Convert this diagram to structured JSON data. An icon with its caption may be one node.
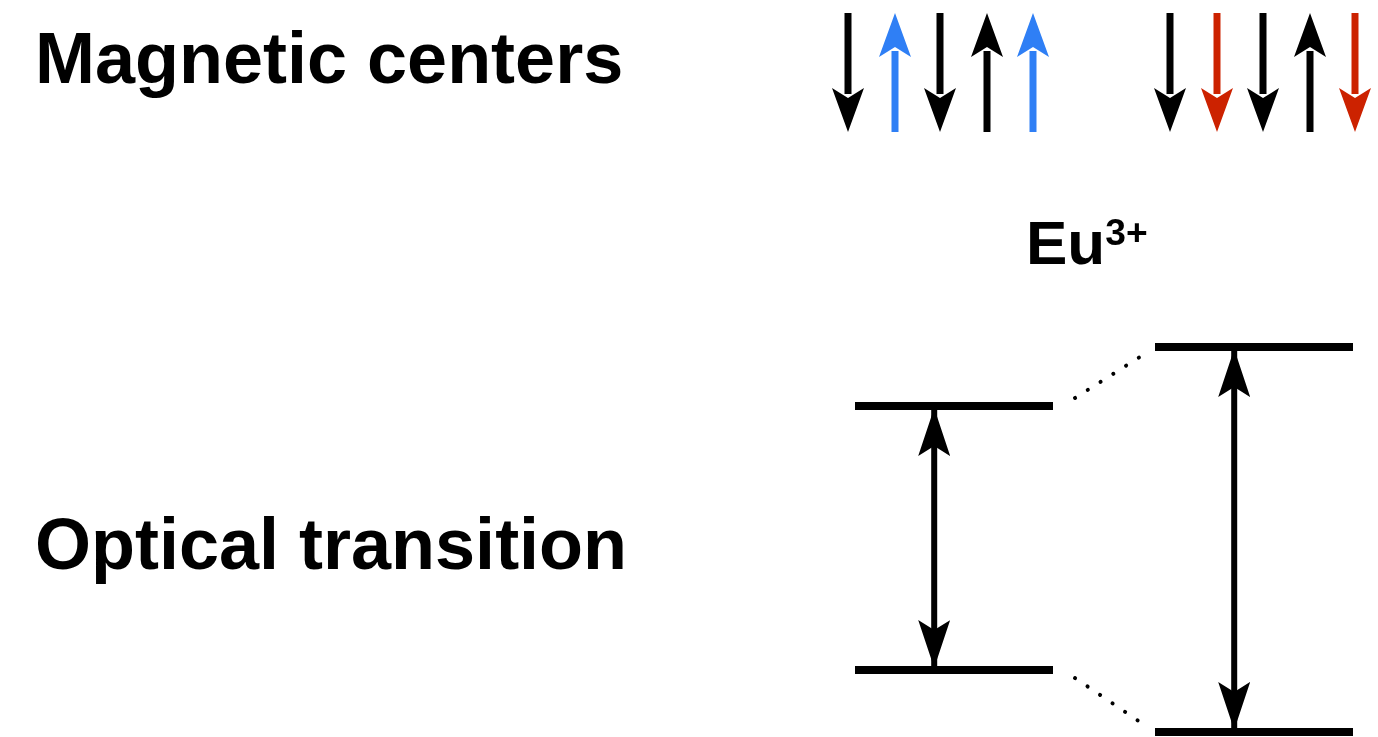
{
  "diagram": {
    "nodes": [
      {
        "text": [],
        "shape": "bar"
      },
      {
        "text": [],
        "shape": "bar"
      },
      {
        "text": [],
        "shape": "bar"
      },
      {
        "text": [],
        "shape": "bar"
      }
    ],
    "edges": [
      {
        "from": 1,
        "to": 2,
        "arrow": "both"
      },
      {
        "from": 0,
        "to": 3,
        "arrow": "both"
      },
      {
        "from": 1,
        "to": 0,
        "arrow": "none",
        "style": "dashed"
      },
      {
        "from": 2,
        "to": 3,
        "arrow": "none",
        "style": "dashed"
      }
    ],
    "labels": [
      "Magnetic centers",
      "Eu$^{3+}$",
      "Optical transition"
    ]
  }
}
